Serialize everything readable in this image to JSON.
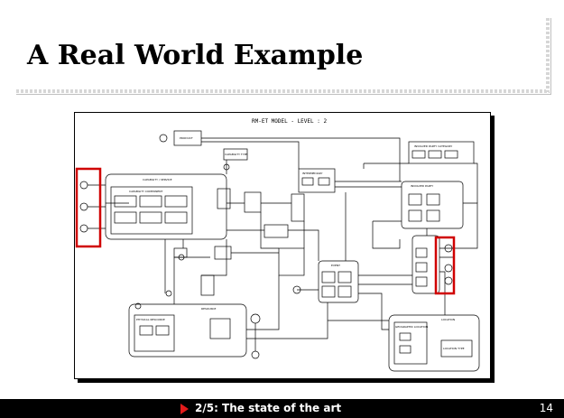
{
  "slide": {
    "title": "A Real World Example",
    "page_number": "14"
  },
  "footer": {
    "section_text": "2/5: The state of the art",
    "accent_color": "#e31b1b"
  },
  "figure": {
    "diagram_title": "RM-ET MODEL - LEVEL : 2",
    "box_labels": {
      "product": "PRODUCT",
      "capability_service": "CAPABILITY / SERVICE",
      "capability_components": "CAPABILITY COMPONENT",
      "involved_party_category": "INVOLVED PARTY CATEGORY",
      "involved_party": "INVOLVED PARTY",
      "event": "EVENT",
      "resource": "RESOURCE",
      "physical_resource": "PHYSICAL RESOURCE",
      "location": "LOCATION",
      "geographic_location": "GEOGRAPHIC LOCATION",
      "capability_type": "CAPABILITY TYPE",
      "intermediary": "INTERMEDIARY",
      "location_type": "LOCATION TYPE"
    },
    "highlight_color": "#d00000"
  }
}
